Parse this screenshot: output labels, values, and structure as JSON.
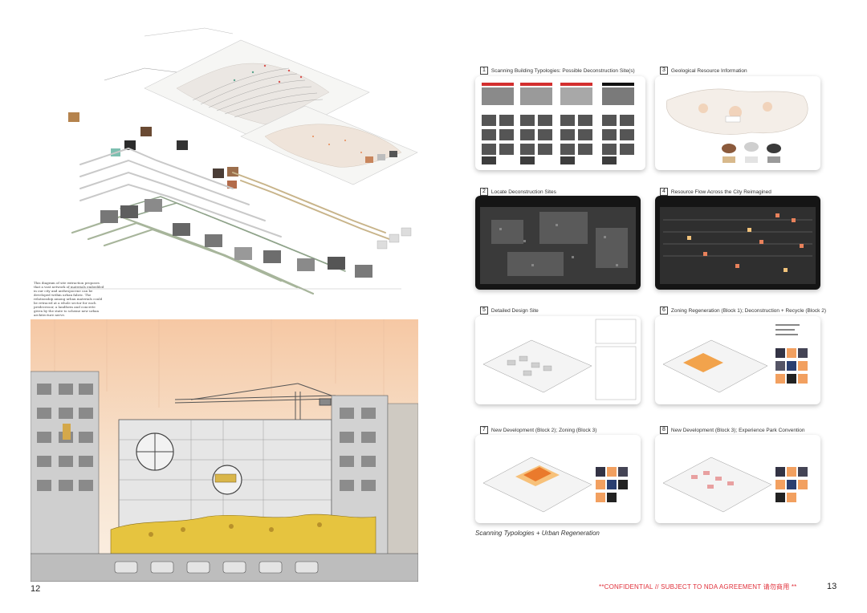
{
  "left_page": {
    "page_number": "12",
    "diagram_caption": "This diagram of site extraction proposes that a vast network of materials embedded in our city and anthropocene can be developed within urban fabric. The relationship among urban materials could be retraced at a whole sector for each predecessor, a landform and concrete given by the state to scheme new urban architecture nerve."
  },
  "right_page": {
    "page_number": "13",
    "confidential": "**CONFIDENTIAL // SUBJECT TO NDA AGREEMENT 请勿商用 **",
    "subtitle": "Scanning Typologies + Urban Regeneration",
    "panels": [
      {
        "num": "1",
        "title": "Scanning Building Typologies: Possible Deconstruction Site(s)"
      },
      {
        "num": "3",
        "title": "Geological Resource Information"
      },
      {
        "num": "2",
        "title": "Locate Deconstruction Sites"
      },
      {
        "num": "4",
        "title": "Resource Flow Across the City Reimagined"
      },
      {
        "num": "5",
        "title": "Detailed Design Site"
      },
      {
        "num": "6",
        "title": "Zoning Regeneration (Block 1); Deconstruction + Recycle (Block 2)"
      },
      {
        "num": "7",
        "title": "New Development (Block 2); Zoning (Block 3)"
      },
      {
        "num": "8",
        "title": "New Development (Block 3); Experience Park Convention"
      }
    ]
  },
  "colors": {
    "accent_red": "#e0303a",
    "warm_orange": "#f2a060",
    "gold": "#d4b23a"
  }
}
